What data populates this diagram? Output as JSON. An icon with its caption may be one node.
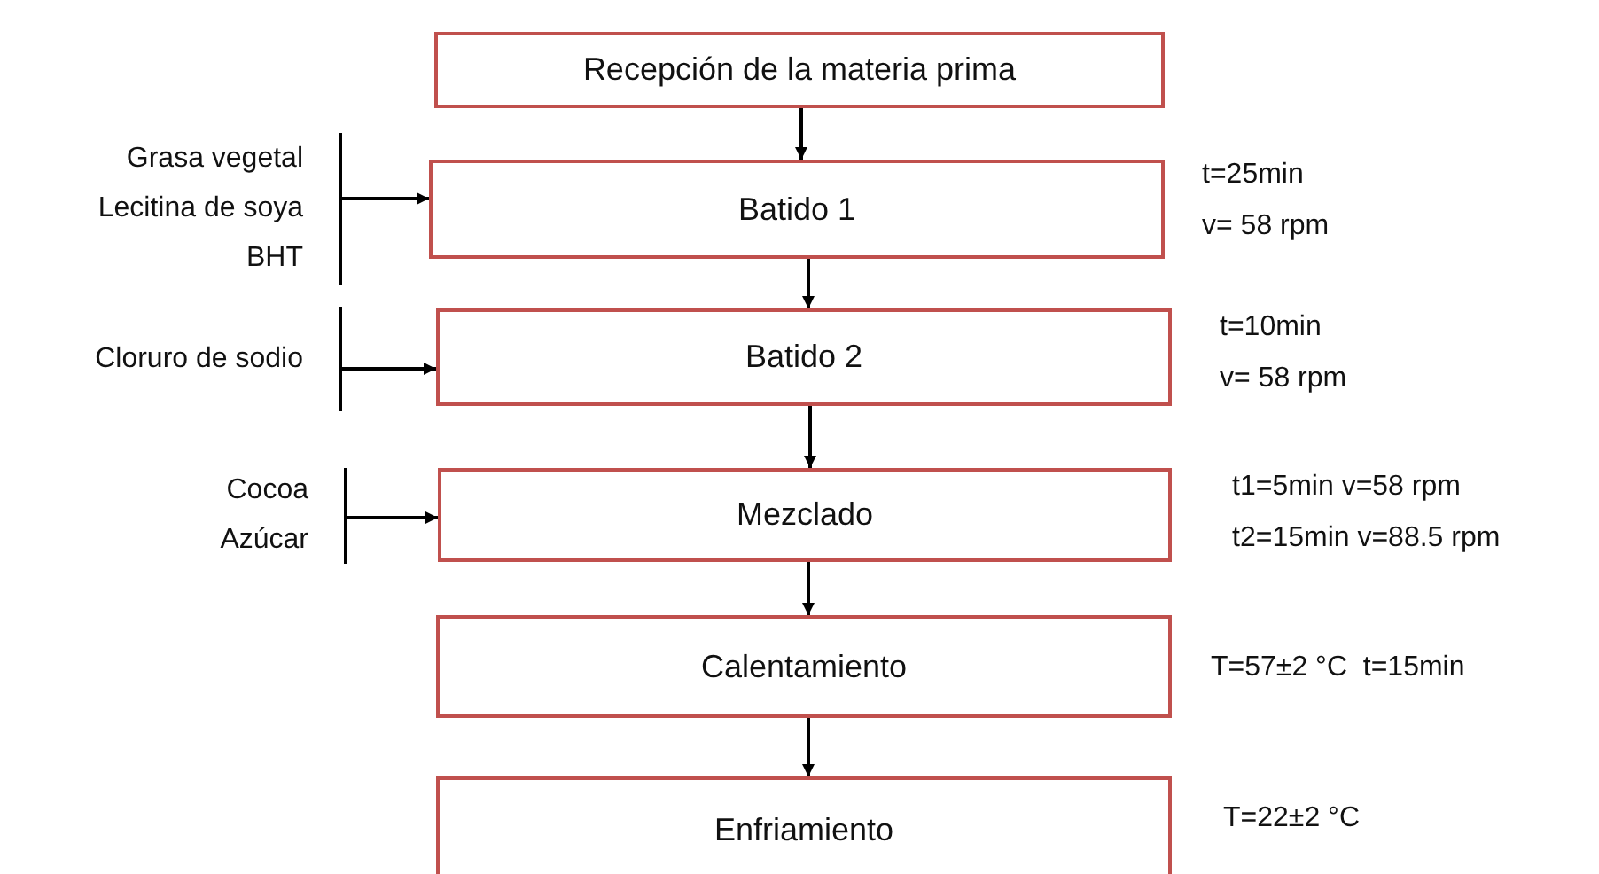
{
  "diagram": {
    "nodes": [
      {
        "text": [
          "Recepción de la materia prima"
        ]
      },
      {
        "text": [
          "Batido 1"
        ],
        "beside": [
          "t=25min",
          "v= 58 rpm"
        ]
      },
      {
        "text": [
          "Batido 2"
        ],
        "beside": [
          "t=10min",
          "v= 58 rpm"
        ]
      },
      {
        "text": [
          "Mezclado"
        ],
        "beside": [
          "t1=5min v=58 rpm",
          "t2=15min v=88.5 rpm"
        ]
      },
      {
        "text": [
          "Calentamiento"
        ],
        "beside": [
          "T=57±2 °C  t=15min"
        ]
      },
      {
        "text": [
          "Enfriamiento"
        ],
        "beside": [
          "T=22±2 °C"
        ]
      },
      {
        "text": [
          "Grasa vegetal",
          "Lecitina de soya",
          "BHT"
        ]
      },
      {
        "text": [
          "Cloruro de sodio"
        ]
      },
      {
        "text": [
          "Cocoa",
          "Azúcar"
        ]
      }
    ],
    "edges": [
      {
        "from": 0,
        "to": 1,
        "arrow": "to"
      },
      {
        "from": 1,
        "to": 2,
        "arrow": "to"
      },
      {
        "from": 2,
        "to": 3,
        "arrow": "to"
      },
      {
        "from": 3,
        "to": 4,
        "arrow": "to"
      },
      {
        "from": 4,
        "to": 5,
        "arrow": "to"
      },
      {
        "from": 6,
        "to": 1,
        "arrow": "to"
      },
      {
        "from": 7,
        "to": 2,
        "arrow": "to"
      },
      {
        "from": 8,
        "to": 3,
        "arrow": "to"
      }
    ]
  }
}
